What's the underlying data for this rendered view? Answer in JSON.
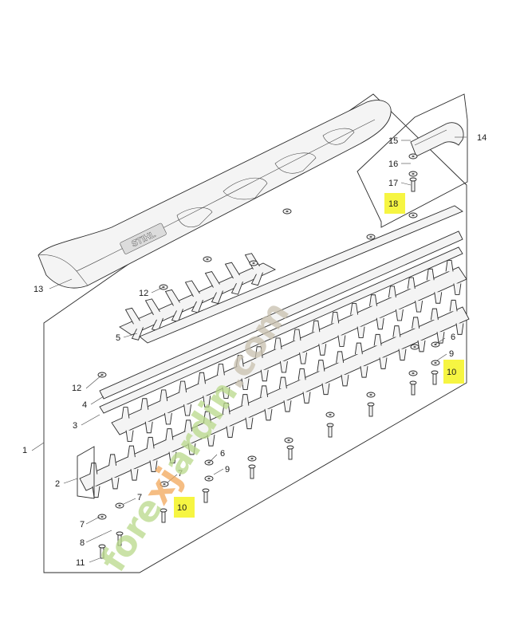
{
  "brand_text": "STIHL",
  "watermark": {
    "text": "forexjardin.com",
    "colors": [
      "#b9d98a",
      "#f2a75a",
      "#c8c0ae"
    ]
  },
  "callouts": [
    {
      "id": "c1",
      "label": "1"
    },
    {
      "id": "c2",
      "label": "2"
    },
    {
      "id": "c3",
      "label": "3"
    },
    {
      "id": "c4",
      "label": "4"
    },
    {
      "id": "c5",
      "label": "5"
    },
    {
      "id": "c6a",
      "label": "6"
    },
    {
      "id": "c6b",
      "label": "6"
    },
    {
      "id": "c7a",
      "label": "7"
    },
    {
      "id": "c7b",
      "label": "7"
    },
    {
      "id": "c7c",
      "label": "7"
    },
    {
      "id": "c8",
      "label": "8"
    },
    {
      "id": "c9a",
      "label": "9"
    },
    {
      "id": "c9b",
      "label": "9"
    },
    {
      "id": "c10a",
      "label": "10"
    },
    {
      "id": "c10b",
      "label": "10"
    },
    {
      "id": "c11",
      "label": "11"
    },
    {
      "id": "c12a",
      "label": "12"
    },
    {
      "id": "c12b",
      "label": "12"
    },
    {
      "id": "c13",
      "label": "13"
    },
    {
      "id": "c14",
      "label": "14"
    },
    {
      "id": "c15",
      "label": "15"
    },
    {
      "id": "c16",
      "label": "16"
    },
    {
      "id": "c17",
      "label": "17"
    },
    {
      "id": "c18",
      "label": "18"
    }
  ],
  "highlight_color": "#f6f542"
}
